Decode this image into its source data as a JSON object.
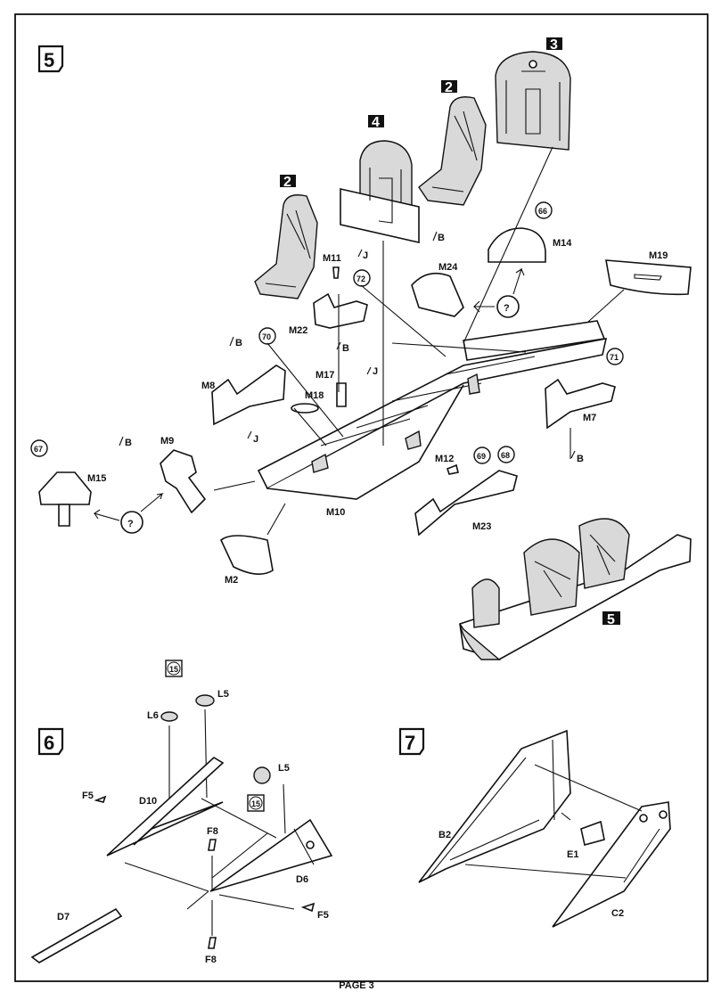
{
  "steps": {
    "five": "5",
    "six": "6",
    "seven": "7"
  },
  "seat_badges": {
    "left_seat": "2",
    "right_seat": "2",
    "front_bulkhead": "4",
    "rear_bulkhead": "3",
    "assembly": "5"
  },
  "parts": {
    "m11": "M11",
    "j_m11": "J",
    "m24": "M24",
    "b_m24": "B",
    "m14": "M14",
    "m19": "M19",
    "m22": "M22",
    "b_m22": "B",
    "m8": "M8",
    "b_m8": "B",
    "m17": "M17",
    "j_m17": "J",
    "m18": "M18",
    "j_m18": "J",
    "m7": "M7",
    "m9": "M9",
    "b_m9": "B",
    "m15": "M15",
    "m12": "M12",
    "b_m23": "B",
    "m10": "M10",
    "m23": "M23",
    "m2": "M2",
    "l5_top": "L5",
    "l6": "L6",
    "l5_side": "L5",
    "f5_left": "F5",
    "d10": "D10",
    "f8_top": "F8",
    "f8_bottom": "F8",
    "d6": "D6",
    "f5_right": "F5",
    "d7": "D7",
    "b2": "B2",
    "e1": "E1",
    "c2": "C2"
  },
  "paint_refs": {
    "r66": "66",
    "r72": "72",
    "r70": "70",
    "r71": "71",
    "r67": "67",
    "r69": "69",
    "r68": "68",
    "r15a": "15",
    "r15b": "15"
  },
  "alternatives": {
    "q_right": "?",
    "q_left": "?"
  },
  "footer": {
    "page": "PAGE 3"
  }
}
